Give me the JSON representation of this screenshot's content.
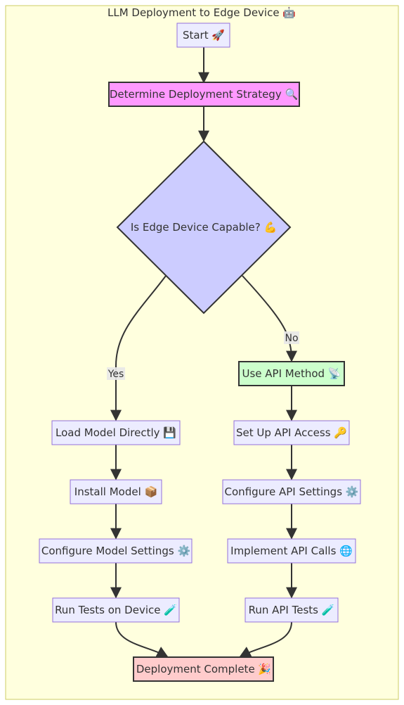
{
  "diagram": {
    "title": "LLM Deployment to Edge Device 🤖",
    "nodes": {
      "start": "Start 🚀",
      "determine": "Determine Deployment Strategy 🔍",
      "capable": "Is Edge Device Capable? 💪",
      "api_method": "Use API Method 📡",
      "load_model": "Load Model Directly 💾",
      "setup_api": "Set Up API Access 🔑",
      "install_model": "Install Model 📦",
      "configure_api": "Configure API Settings ⚙️",
      "configure_model": "Configure Model Settings ⚙️",
      "implement_api": "Implement API Calls 🌐",
      "run_tests_device": "Run Tests on Device 🧪",
      "run_api_tests": "Run API Tests 🧪",
      "complete": "Deployment Complete 🎉"
    },
    "edge_labels": {
      "yes": "Yes",
      "no": "No"
    },
    "colors": {
      "cluster_fill": "#ffffde",
      "cluster_stroke": "#cccc66",
      "default_fill": "#ececff",
      "default_stroke": "#9370db",
      "determine_fill": "#f9f",
      "api_method_fill": "#ccffcc",
      "complete_fill": "#ffcccc",
      "decision_fill": "#ccccff",
      "edge_color": "#333333",
      "edge_label_bg": "#e8e8e8"
    }
  }
}
